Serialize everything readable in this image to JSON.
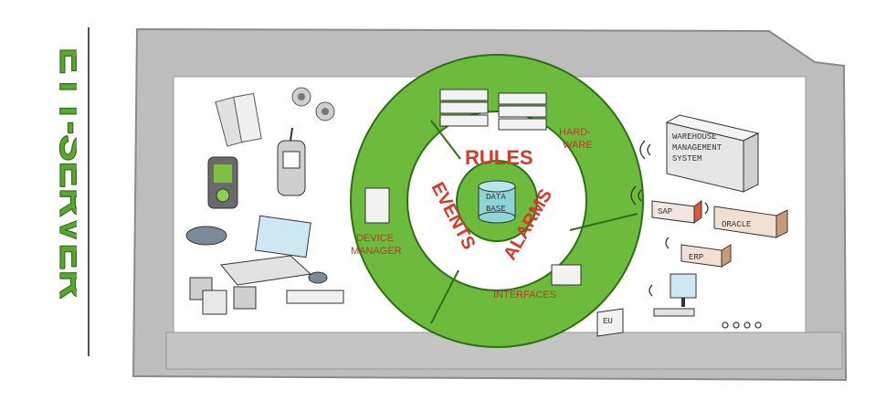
{
  "side_title": "ETT-SERVER",
  "core": {
    "rules": "RULES",
    "events": "EVENTS",
    "alarms": "ALARMS",
    "database_line1": "DATA",
    "database_line2": "BASE"
  },
  "ring_segments": {
    "hardware_line1": "HARD-",
    "hardware_line2": "WARE",
    "device_manager_line1": "DEVICE",
    "device_manager_line2": "MANAGER",
    "interfaces": "INTERFACES"
  },
  "systems": {
    "wms_line1": "WAREHOUSE",
    "wms_line2": "MANAGEMENT",
    "wms_line3": "SYSTEM",
    "sap": "SAP",
    "oracle": "ORACLE",
    "erp": "ERP",
    "eu": "EU"
  },
  "colors": {
    "green_title": "#5aa832",
    "ring_green": "#6cbb3c",
    "red_text": "#d23a2a",
    "frame_grey": "#b5b5b5"
  },
  "icons": [
    "rfid-tag-icon",
    "antenna-reader-icon",
    "handheld-device-icon",
    "laptop-icon",
    "server-rack-icon",
    "database-icon",
    "wifi-icon",
    "workstation-icon"
  ]
}
